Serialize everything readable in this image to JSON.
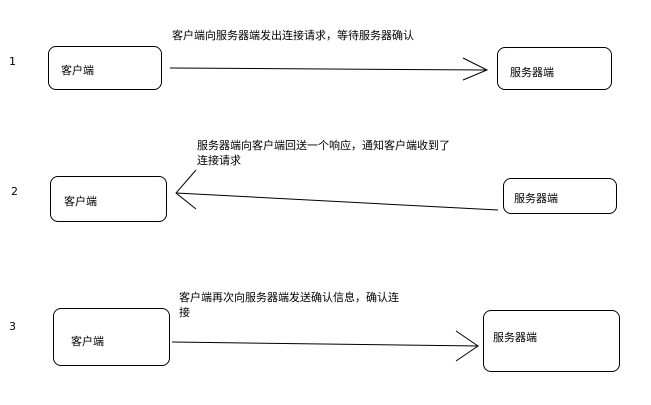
{
  "steps": [
    {
      "number": "1",
      "description": "客户端向服务器端发出连接请求，等待服务器确认",
      "left_box": "客户端",
      "right_box": "服务器端",
      "direction": "left-to-right"
    },
    {
      "number": "2",
      "description": "服务器端向客户端回送一个响应，通知客户端收到了\n连接请求",
      "left_box": "客户端",
      "right_box": "服务器端",
      "direction": "right-to-left"
    },
    {
      "number": "3",
      "description": "客户端再次向服务器端发送确认信息，确认连\n接",
      "left_box": "客户端",
      "right_box": "服务器端",
      "direction": "left-to-right"
    }
  ],
  "colors": {
    "line": "#000000",
    "background": "#ffffff"
  }
}
